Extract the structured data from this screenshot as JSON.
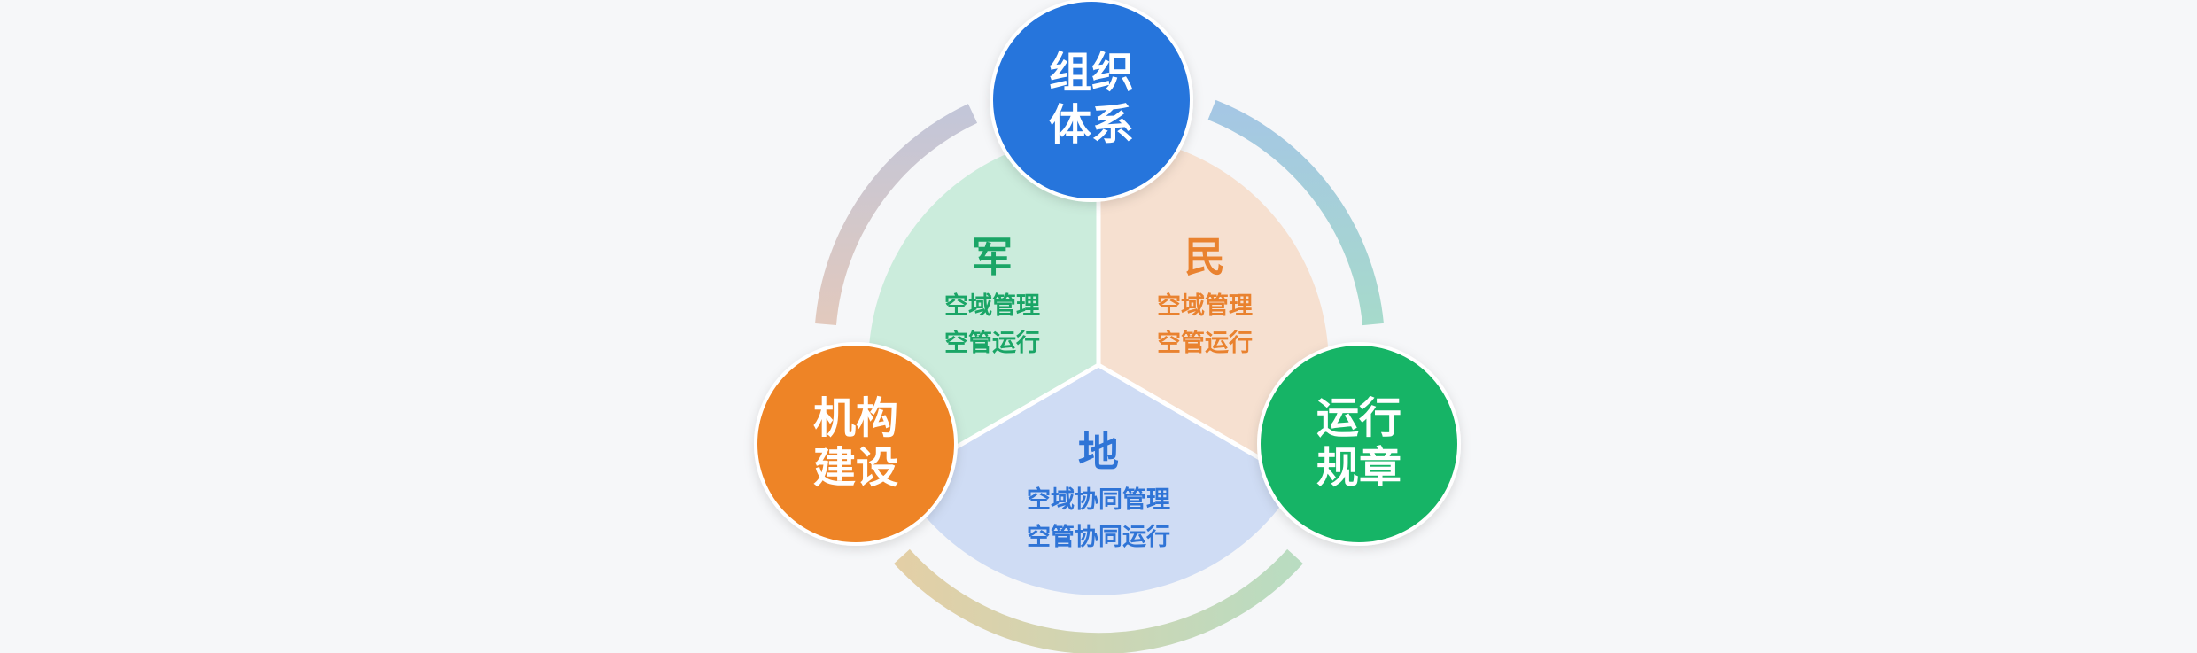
{
  "colors": {
    "background": "#f6f7f9",
    "military_fill": "#cbecdc",
    "military_text": "#1aa566",
    "civil_fill": "#f6e0d0",
    "civil_text": "#e9822f",
    "local_fill": "#cfdcf4",
    "local_text": "#2f74d6",
    "node_org": "#2674dc",
    "node_rules": "#19b466",
    "node_inst": "#ee8428",
    "arc_left_top": "#c3c6d8",
    "arc_left_bottom": "#e2c9bd",
    "arc_right_top": "#a5c7e4",
    "arc_right_bottom": "#a6dacb",
    "arc_bottom_left": "#e3cfa6",
    "arc_bottom_right": "#b9dcc1"
  },
  "sectors": {
    "military": {
      "title": "军",
      "lines": [
        "空域管理",
        "空管运行"
      ]
    },
    "civil": {
      "title": "民",
      "lines": [
        "空域管理",
        "空管运行"
      ]
    },
    "local": {
      "title": "地",
      "lines": [
        "空域协同管理",
        "空管协同运行"
      ]
    }
  },
  "nodes": {
    "org": {
      "lines": [
        "组织",
        "体系"
      ]
    },
    "rules": {
      "lines": [
        "运行",
        "规章"
      ]
    },
    "inst": {
      "lines": [
        "机构",
        "建设"
      ]
    }
  }
}
